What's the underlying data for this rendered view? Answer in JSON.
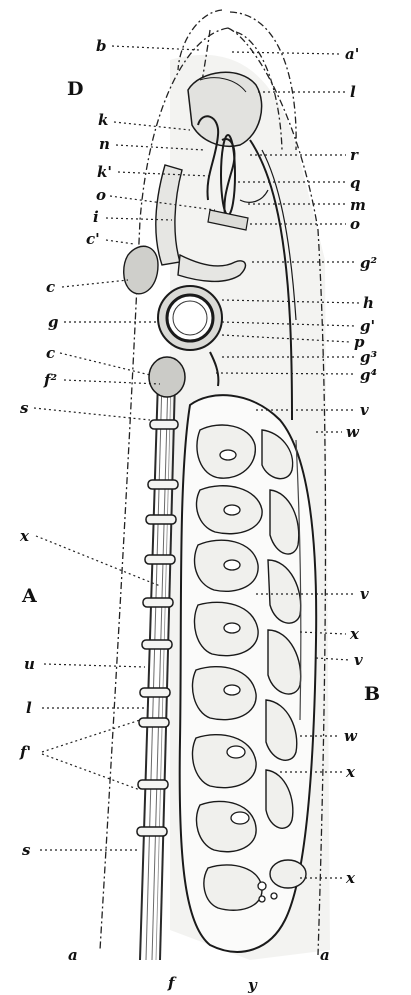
{
  "figure": {
    "region_labels": [
      "A",
      "B",
      "D"
    ],
    "labels": [
      {
        "id": "b",
        "text": "b"
      },
      {
        "id": "a1",
        "text": "a'"
      },
      {
        "id": "l_top",
        "text": "l"
      },
      {
        "id": "k",
        "text": "k"
      },
      {
        "id": "n",
        "text": "n"
      },
      {
        "id": "r",
        "text": "r"
      },
      {
        "id": "k1",
        "text": "k'"
      },
      {
        "id": "q",
        "text": "q"
      },
      {
        "id": "o1",
        "text": "o"
      },
      {
        "id": "m",
        "text": "m"
      },
      {
        "id": "i",
        "text": "i"
      },
      {
        "id": "o2",
        "text": "o"
      },
      {
        "id": "c1",
        "text": "c'"
      },
      {
        "id": "g2",
        "text": "g²"
      },
      {
        "id": "c_up",
        "text": "c"
      },
      {
        "id": "h",
        "text": "h"
      },
      {
        "id": "g",
        "text": "g"
      },
      {
        "id": "g1",
        "text": "g'"
      },
      {
        "id": "p",
        "text": "p"
      },
      {
        "id": "c_low",
        "text": "c"
      },
      {
        "id": "g3",
        "text": "g³"
      },
      {
        "id": "f2",
        "text": "f²"
      },
      {
        "id": "g4",
        "text": "g⁴"
      },
      {
        "id": "s_up",
        "text": "s"
      },
      {
        "id": "v1",
        "text": "v"
      },
      {
        "id": "w1",
        "text": "w"
      },
      {
        "id": "x_left",
        "text": "x"
      },
      {
        "id": "v2",
        "text": "v"
      },
      {
        "id": "x1",
        "text": "x"
      },
      {
        "id": "u",
        "text": "u"
      },
      {
        "id": "v3",
        "text": "v"
      },
      {
        "id": "l_low",
        "text": "l"
      },
      {
        "id": "w2",
        "text": "w"
      },
      {
        "id": "f1",
        "text": "f'"
      },
      {
        "id": "x2",
        "text": "x"
      },
      {
        "id": "s_low",
        "text": "s"
      },
      {
        "id": "x3",
        "text": "x"
      },
      {
        "id": "a_left",
        "text": "a"
      },
      {
        "id": "f",
        "text": "f"
      },
      {
        "id": "y",
        "text": "y"
      },
      {
        "id": "a_right",
        "text": "a"
      }
    ]
  }
}
